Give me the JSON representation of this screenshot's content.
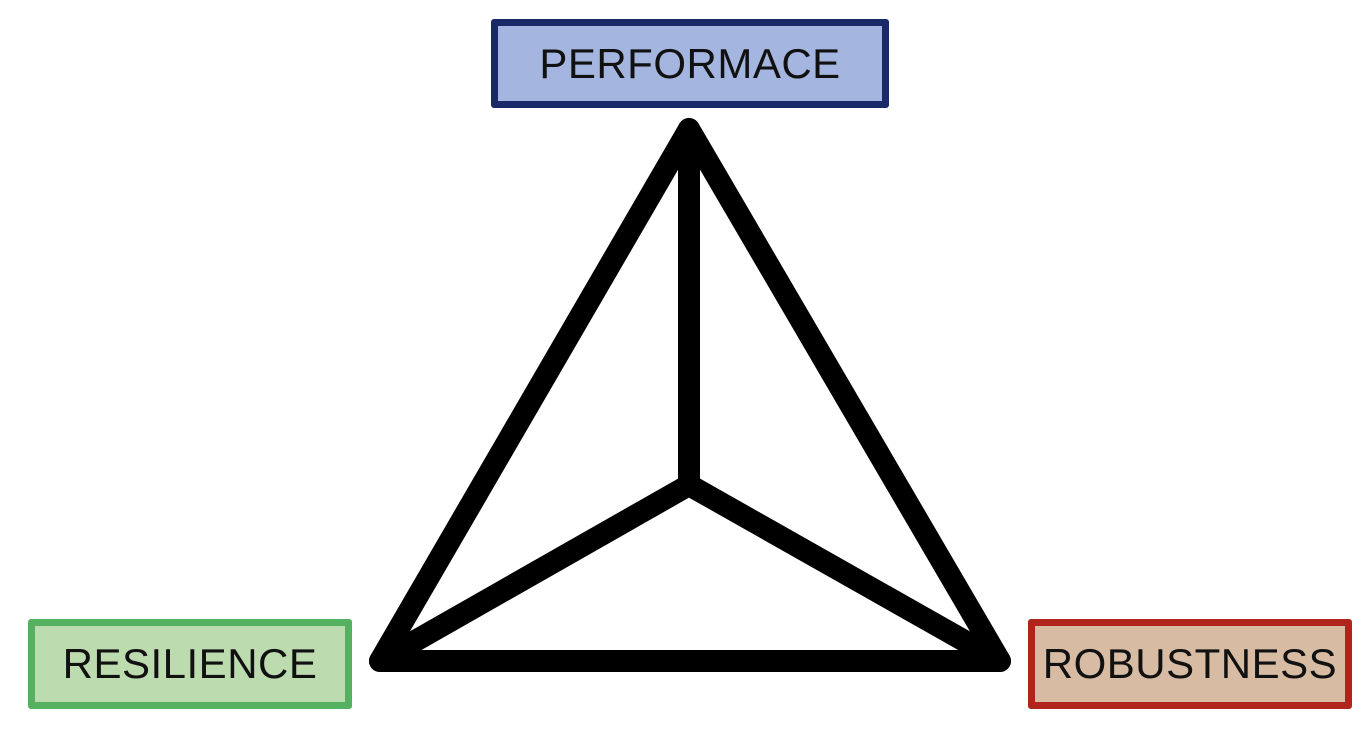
{
  "nodes": {
    "performance": {
      "label": "PERFORMACE",
      "fill": "#a4b5df",
      "border": "#1a2a68"
    },
    "resilience": {
      "label": "RESILIENCE",
      "fill": "#bcdbae",
      "border": "#55b060"
    },
    "robustness": {
      "label": "ROBUSTNESS",
      "fill": "#d7bca3",
      "border": "#b1241c"
    }
  },
  "edge_color": "#000000"
}
